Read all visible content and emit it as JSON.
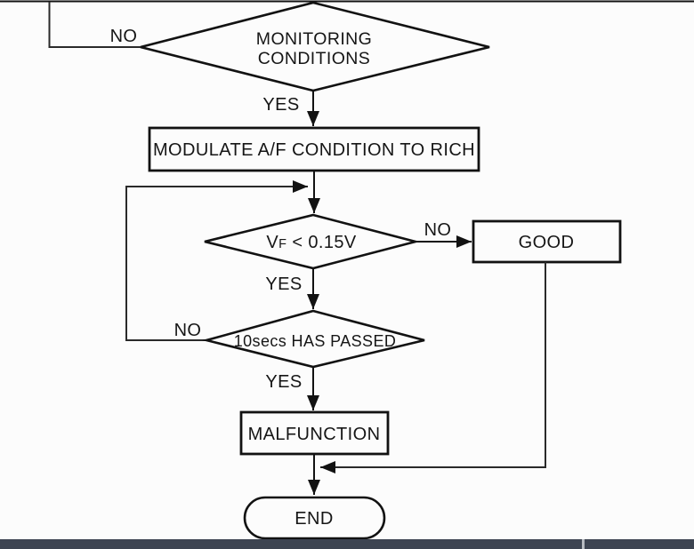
{
  "flowchart": {
    "nodes": {
      "monitoring": {
        "type": "decision",
        "line1": "MONITORING",
        "line2": "CONDITIONS"
      },
      "modulate": {
        "type": "process",
        "label": "MODULATE A/F CONDITION TO RICH"
      },
      "vf": {
        "type": "decision",
        "base": "V",
        "subscript": "F",
        "condition": "< 0.15V"
      },
      "timer": {
        "type": "decision",
        "label": "10secs HAS PASSED"
      },
      "good": {
        "type": "process",
        "label": "GOOD"
      },
      "malfunction": {
        "type": "process",
        "label": "MALFUNCTION"
      },
      "end": {
        "type": "terminator",
        "label": "END"
      }
    },
    "edge_labels": {
      "monitoring_no": "NO",
      "monitoring_yes": "YES",
      "vf_no": "NO",
      "vf_yes": "YES",
      "timer_no": "NO",
      "timer_yes": "YES"
    },
    "colors": {
      "line": "#121212",
      "background": "#fcfcfc",
      "status_bar": "#3d4451",
      "status_bar_divider": "#b6bac0"
    }
  }
}
